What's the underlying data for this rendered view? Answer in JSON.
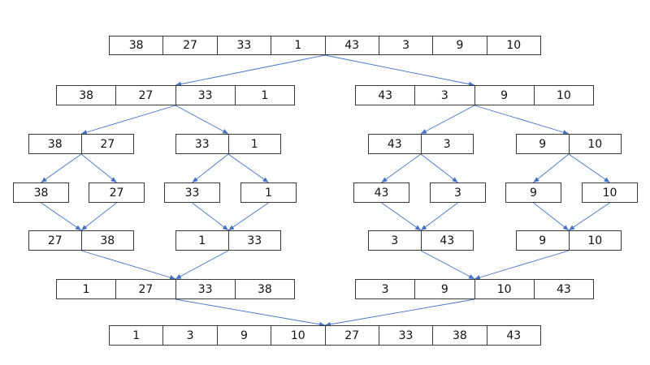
{
  "arrow_color": "#4472c4",
  "border_color": "#3a3a3a",
  "levels": [
    {
      "arrays": [
        [
          38,
          27,
          33,
          1,
          43,
          3,
          9,
          10
        ]
      ]
    },
    {
      "arrays": [
        [
          38,
          27,
          33,
          1
        ],
        [
          43,
          3,
          9,
          10
        ]
      ]
    },
    {
      "arrays": [
        [
          38,
          27
        ],
        [
          33,
          1
        ],
        [
          43,
          3
        ],
        [
          9,
          10
        ]
      ]
    },
    {
      "arrays": [
        [
          38
        ],
        [
          27
        ],
        [
          33
        ],
        [
          1
        ],
        [
          43
        ],
        [
          3
        ],
        [
          9
        ],
        [
          10
        ]
      ]
    },
    {
      "arrays": [
        [
          27,
          38
        ],
        [
          1,
          33
        ],
        [
          3,
          43
        ],
        [
          9,
          10
        ]
      ]
    },
    {
      "arrays": [
        [
          1,
          27,
          33,
          38
        ],
        [
          3,
          9,
          10,
          43
        ]
      ]
    },
    {
      "arrays": [
        [
          1,
          3,
          9,
          10,
          27,
          33,
          38,
          43
        ]
      ]
    }
  ]
}
